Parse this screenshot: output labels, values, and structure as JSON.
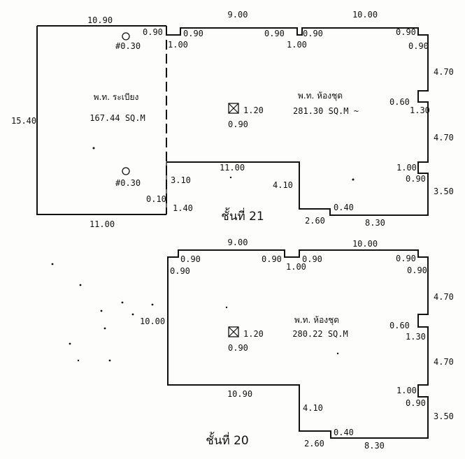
{
  "upper_plan": {
    "floor_label": "ชั้นที่ 21",
    "balcony": {
      "name": "พ.ท. ระเบียง",
      "area": "167.44 SQ.M"
    },
    "unit": {
      "name": "พ.ท. ห้องชุด",
      "area": "281.30 SQ.M ~"
    },
    "column_mark": {
      "width": "1.20",
      "height": "0.90"
    },
    "drain_label": "#0.30",
    "dims": {
      "top_left": "10.90",
      "left": "15.40",
      "bottom_left": "11.00",
      "bal_top_right": "0.90",
      "bal_bottom_right": "0.10",
      "top_mid": "9.00",
      "top_right": "10.00",
      "notch1_left": "0.90",
      "notch1_right_a": "0.90",
      "notch1_right_b": "0.90",
      "notch1_drop_a": "1.00",
      "notch1_drop_b": "1.00",
      "corner_top": "0.90",
      "corner_side": "0.90",
      "right_1": "4.70",
      "right_notch_top": "0.60",
      "right_notch_side": "1.30",
      "right_2": "4.70",
      "right_notch2_top": "1.00",
      "right_notch2_side": "0.90",
      "right_3": "3.50",
      "inner_top": "11.00",
      "inner_left": "3.10",
      "inner_right": "4.10",
      "inner_base": "1.40",
      "bottom_a": "2.60",
      "bottom_b": "0.40",
      "bottom_c": "8.30"
    }
  },
  "lower_plan": {
    "floor_label": "ชั้นที่ 20",
    "unit": {
      "name": "พ.ท. ห้องชุด",
      "area": "280.22 SQ.M"
    },
    "column_mark": {
      "width": "1.20",
      "height": "0.90"
    },
    "dims": {
      "top_mid": "9.00",
      "top_right": "10.00",
      "left_notch_a": "0.90",
      "left_notch_b": "0.90",
      "notch_a": "0.90",
      "notch_b": "0.90",
      "notch_drop": "1.00",
      "corner_top": "0.90",
      "corner_side": "0.90",
      "left": "10.00",
      "right_1": "4.70",
      "right_notch_top": "0.60",
      "right_notch_side": "1.30",
      "right_2": "4.70",
      "right_notch2_top": "1.00",
      "right_notch2_side": "0.90",
      "right_3": "3.50",
      "inner_top": "10.90",
      "inner_right": "4.10",
      "bottom_a": "2.60",
      "bottom_b": "0.40",
      "bottom_c": "8.30"
    }
  },
  "icons": {
    "drain": "circle-drain-icon",
    "column": "boxed-x-column-icon"
  }
}
